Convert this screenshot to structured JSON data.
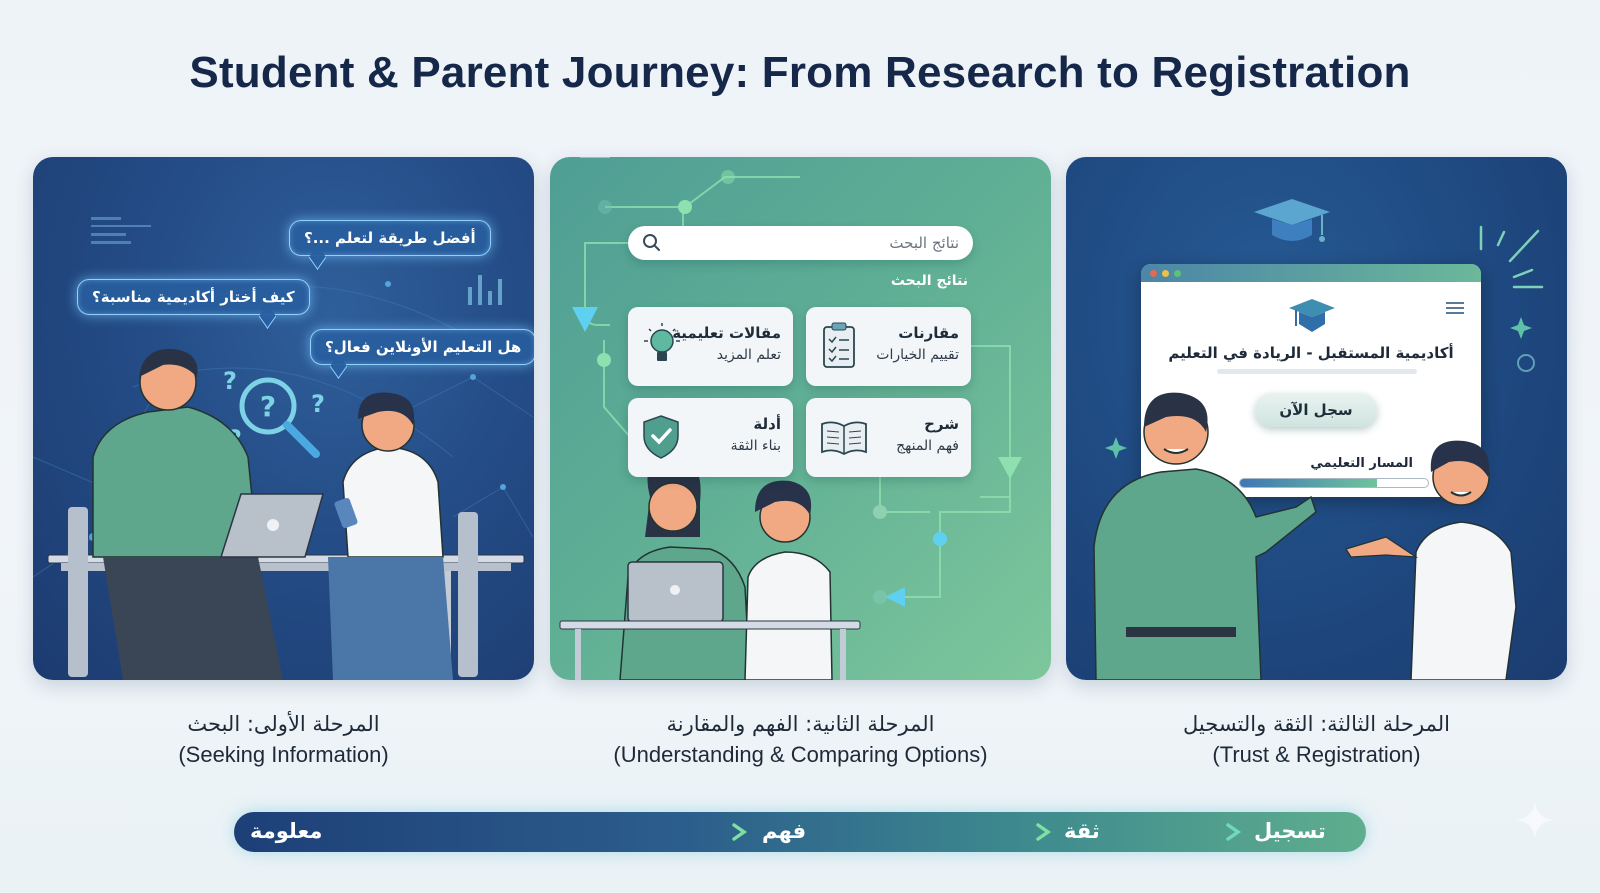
{
  "title": "Student & Parent Journey: From Research to Registration",
  "stages": [
    {
      "caption_ar": "المرحلة الأولى: البحث",
      "caption_en": "(Seeking Information)",
      "bubbles": [
        "أفضل طريقة لتعلم ...؟",
        "كيف أختار أكاديمية مناسبة؟",
        "هل التعليم الأونلاين فعال؟"
      ]
    },
    {
      "caption_ar": "المرحلة الثانية: الفهم والمقارنة",
      "caption_en": "(Understanding & Comparing Options)",
      "search_placeholder": "نتائج البحث",
      "results_label": "نتائج البحث",
      "cards": [
        {
          "title": "مقالات تعليمية",
          "subtitle": "تعلم المزيد",
          "icon": "lightbulb-icon"
        },
        {
          "title": "مقارنات",
          "subtitle": "تقييم الخيارات",
          "icon": "clipboard-checklist-icon"
        },
        {
          "title": "أدلة",
          "subtitle": "بناء الثقة",
          "icon": "shield-check-icon"
        },
        {
          "title": "شرح",
          "subtitle": "فهم المنهج",
          "icon": "open-book-icon"
        }
      ]
    },
    {
      "caption_ar": "المرحلة الثالثة: الثقة والتسجيل",
      "caption_en": "(Trust & Registration)",
      "site_heading": "أكاديمية المستقبل - الريادة في التعليم",
      "register_button": "سجل الآن",
      "path_label": "المسار التعليمي",
      "progress_percent": 73
    }
  ],
  "journey_steps": [
    "معلومة",
    "فهم",
    "ثقة",
    "تسجيل"
  ],
  "colors": {
    "title": "#16284a",
    "panel_blue": "#244c86",
    "panel_green": "#5eae95",
    "accent_cyan": "#5fd0f0",
    "accent_green": "#6fd89a"
  }
}
